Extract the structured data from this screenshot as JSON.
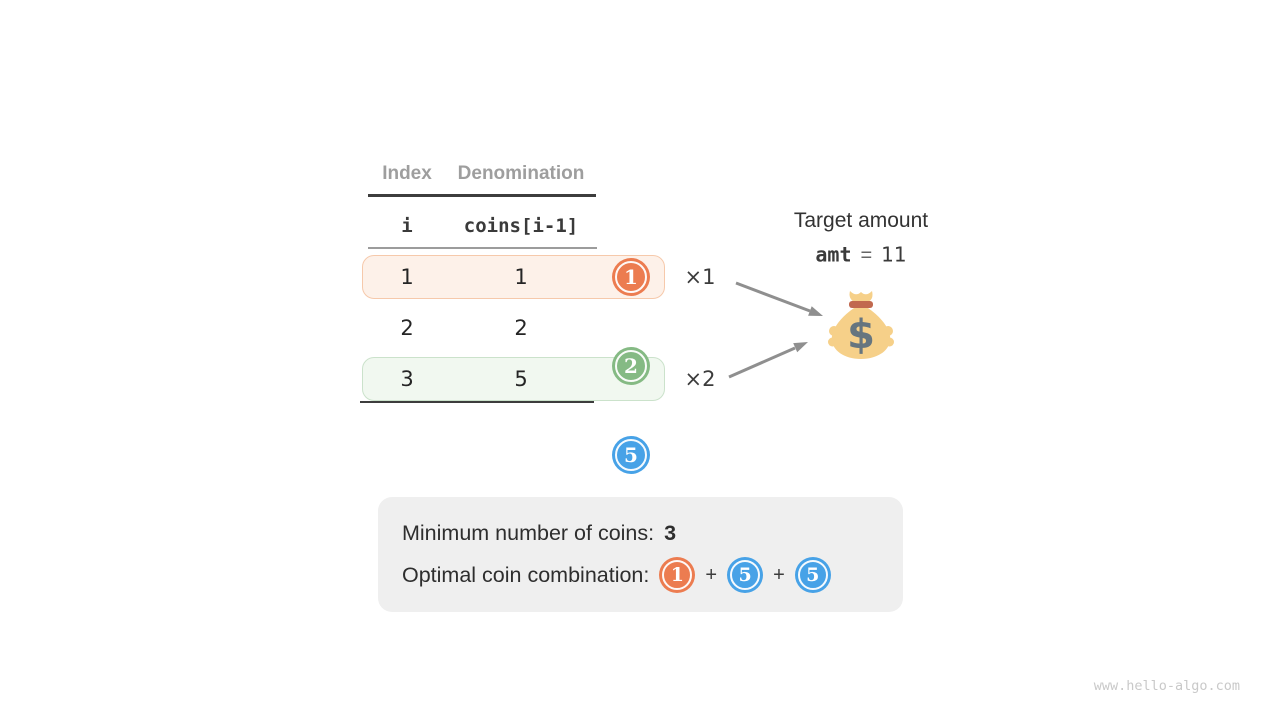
{
  "colors": {
    "coin_orange": "#EC7C50",
    "coin_green": "#85BA84",
    "coin_blue": "#47A2E7",
    "row_highlight_orange_bg": "#FDF1E9",
    "row_highlight_orange_border": "#F6C9AB",
    "row_highlight_green_bg": "#F1F8F0",
    "row_highlight_green_border": "#CBE2CB",
    "summary_bg": "#EFEFEF",
    "arrow_gray": "#8F8F8F",
    "bag_yellow": "#F6D089",
    "bag_band": "#C1694F",
    "bag_dollar_gray": "#66757F"
  },
  "table": {
    "headers": {
      "index": "Index",
      "denomination": "Denomination"
    },
    "subheaders": {
      "index": "i",
      "denomination": "coins[i-1]"
    },
    "rows": [
      {
        "index": "1",
        "denomination": "1",
        "coin": "1",
        "multiplier": "×1",
        "highlight": "orange"
      },
      {
        "index": "2",
        "denomination": "2",
        "coin": "2",
        "multiplier": "",
        "highlight": "none"
      },
      {
        "index": "3",
        "denomination": "5",
        "coin": "5",
        "multiplier": "×2",
        "highlight": "green"
      }
    ]
  },
  "target": {
    "label": "Target amount",
    "variable": "amt",
    "equals": "=",
    "value": "11",
    "bag_symbol": "$"
  },
  "summary": {
    "min_label": "Minimum number of coins:",
    "min_value": "3",
    "combo_label": "Optimal coin combination:",
    "plus": "+",
    "combo_coins": [
      "1",
      "5",
      "5"
    ]
  },
  "watermark": "www.hello-algo.com"
}
